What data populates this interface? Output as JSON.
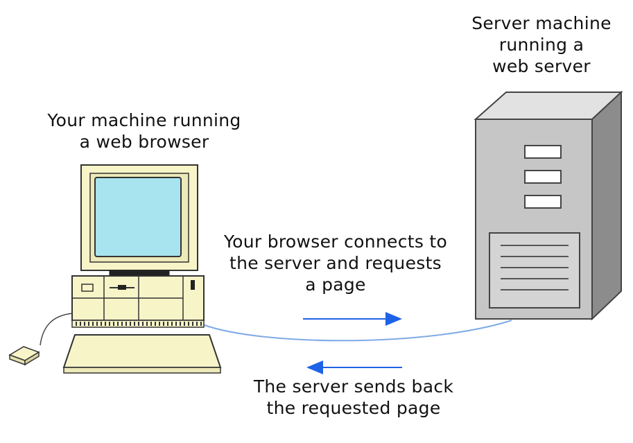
{
  "labels": {
    "server": [
      "Server machine",
      "running a",
      "web server"
    ],
    "client": [
      "Your machine running",
      "a web browser"
    ],
    "request": [
      "Your browser connects to",
      "the server and requests",
      "a page"
    ],
    "response": [
      "The server sends back",
      "the requested page"
    ]
  },
  "colors": {
    "arrow": "#1E62E6",
    "cable": "#7FAAE6",
    "screen": "#A7E4EF",
    "beige": "#F7F4C8",
    "server_gray": "#C6C6C6",
    "outline": "#444444"
  },
  "icons": {
    "client": "desktop-computer-icon",
    "server": "server-tower-icon",
    "mouse": "mouse-icon",
    "keyboard": "keyboard-icon"
  }
}
